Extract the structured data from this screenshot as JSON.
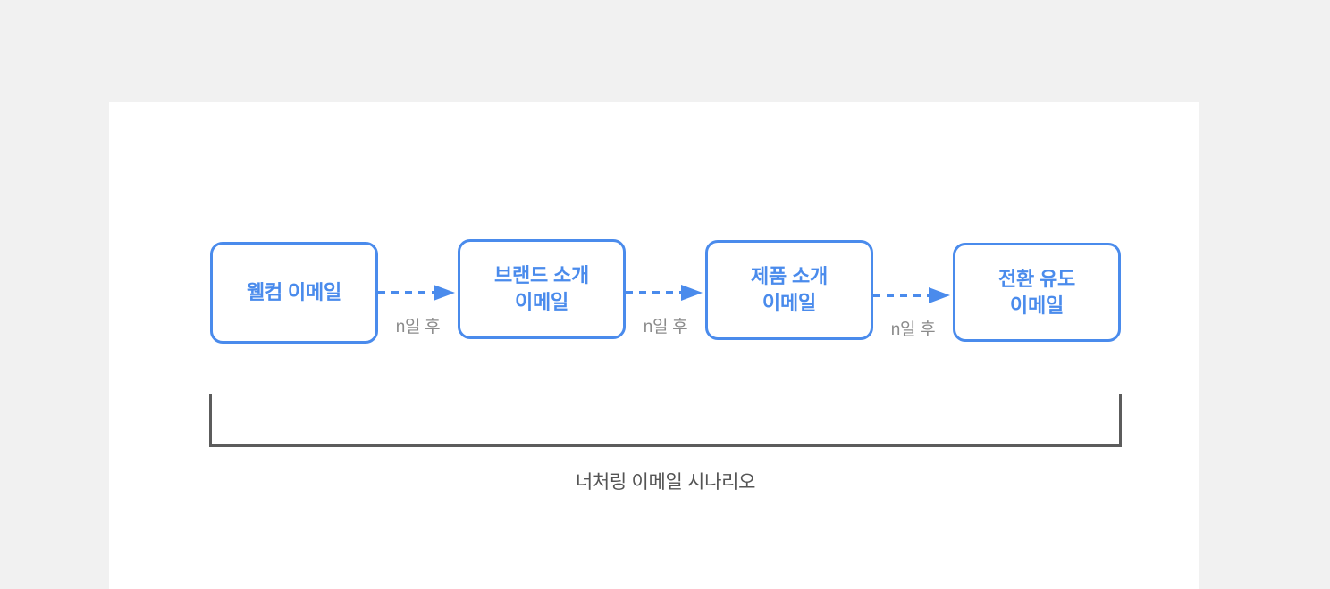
{
  "canvas": {
    "background_color": "#f1f1f1",
    "card_background_color": "#ffffff"
  },
  "theme": {
    "accent_blue": "#4a8bec",
    "bracket_gray": "#5c5c5c",
    "label_gray": "#8b8b8b",
    "caption_gray": "#545454"
  },
  "diagram": {
    "caption": "너처링 이메일 시나리오",
    "steps": [
      {
        "id": "welcome",
        "label": "웰컴 이메일"
      },
      {
        "id": "brand",
        "label": "브랜드 소개\n이메일"
      },
      {
        "id": "product",
        "label": "제품 소개\n이메일"
      },
      {
        "id": "conversion",
        "label": "전환 유도\n이메일"
      }
    ],
    "connectors": [
      {
        "id": "c1",
        "from": "welcome",
        "to": "brand",
        "label": "n일 후",
        "style": "dashed-arrow"
      },
      {
        "id": "c2",
        "from": "brand",
        "to": "product",
        "label": "n일 후",
        "style": "dashed-arrow"
      },
      {
        "id": "c3",
        "from": "product",
        "to": "conversion",
        "label": "n일 후",
        "style": "dashed-arrow"
      }
    ],
    "group_bracket": {
      "shape": "u-bracket",
      "covers": [
        "welcome",
        "brand",
        "product",
        "conversion"
      ]
    }
  }
}
